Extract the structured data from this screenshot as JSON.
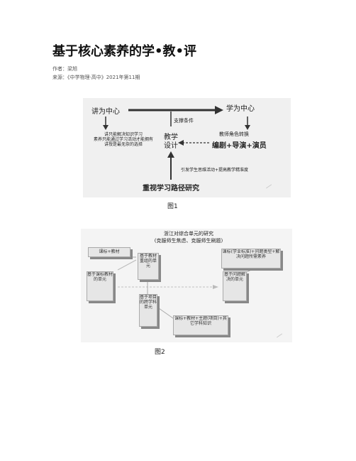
{
  "article": {
    "title": "基于核心素养的学•教•评",
    "author": "作者：梁旭",
    "source": "来源：《中学物理·高中》2021年第11期"
  },
  "figure1": {
    "node_jiang": "讲为中心",
    "node_xue": "学为中心",
    "support": "支撑条件",
    "left_text": [
      "讲只能解决知识学习",
      "素养只能通过学习活动才能拥有",
      "讲授是最无奈的选择"
    ],
    "center_line1": "教学",
    "center_line2": "设计",
    "right_line1": "教师角色转换",
    "right_line2": "编剧+导演+演员",
    "arrow_note": "引发学生思维活动+提高教学精准度",
    "bottom": "重视学习路径研究",
    "caption": "图1"
  },
  "figure2": {
    "title1": "浙江对综合单元的研究",
    "title2": "(克服师生焦虑、克服师生刷题)",
    "box_kebiao": "课标+教材",
    "box_left": "基于课标教材的单元",
    "box_mid_top": "基于教材重组的单元",
    "box_mid_bottom": "基于项目的跨学科单元",
    "box_right_top": "课标(学业标准)+问题类型+解决问题所需素养",
    "box_right": "基于问题解决的单元",
    "box_bottom": "课标+教材+主题(项目)+其它学科知识",
    "caption": "图2"
  }
}
